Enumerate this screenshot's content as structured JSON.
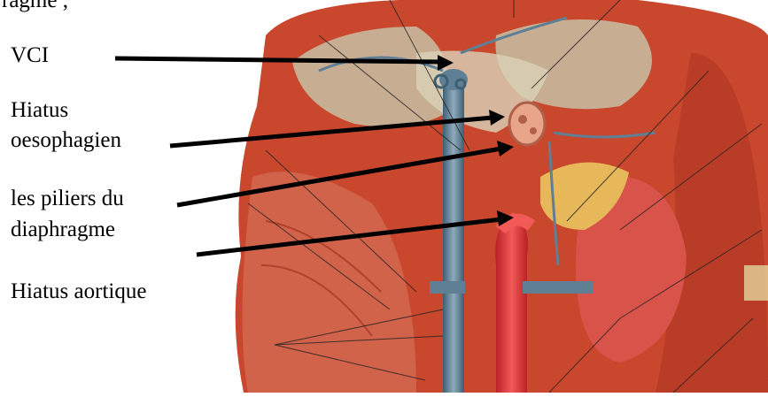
{
  "top_fragment": "ragme ,",
  "labels": {
    "vci": "VCI",
    "hiatus_oes_line1": "Hiatus",
    "hiatus_oes_line2": "oesophagien",
    "piliers_line1": "les piliers du",
    "piliers_line2": "diaphragme",
    "hiatus_aortique": "Hiatus aortique"
  },
  "colors": {
    "muscle": "#c9472d",
    "muscle_dark": "#9e2a1a",
    "fascia": "#c7c0a4",
    "vein": "#5f7f95",
    "artery": "#e03a3a",
    "kidney": "#d8534a",
    "adrenal": "#e6b85a",
    "arrow": "#000000"
  }
}
